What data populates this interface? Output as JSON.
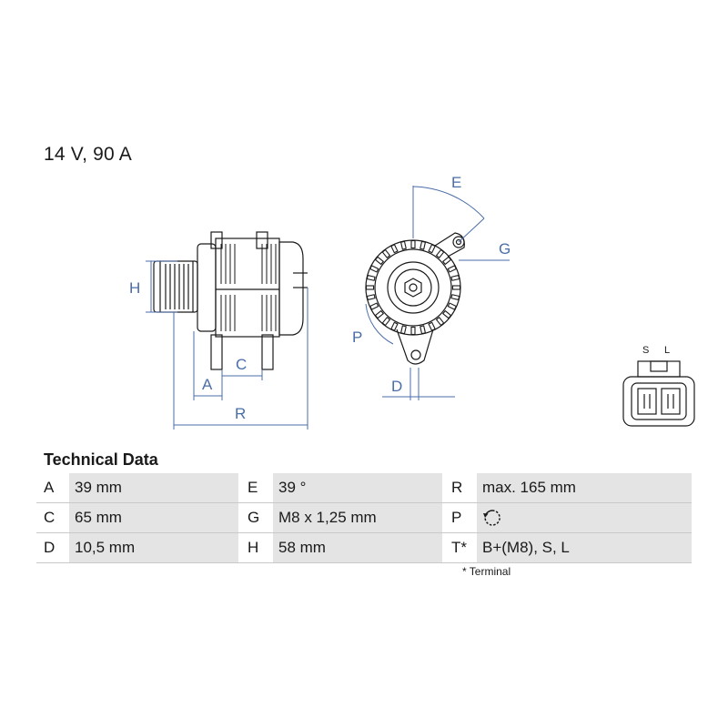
{
  "header": {
    "title": "14 V, 90 A"
  },
  "diagram": {
    "labels": {
      "H": "H",
      "A": "A",
      "C": "C",
      "R": "R",
      "E": "E",
      "G": "G",
      "P": "P",
      "D": "D"
    },
    "connector": {
      "left": "S",
      "right": "L"
    },
    "colors": {
      "dimension": "#4a6ea8",
      "line": "#1a1a1a"
    }
  },
  "technical_data": {
    "title": "Technical Data",
    "rows": [
      [
        {
          "key": "A",
          "value": "39 mm"
        },
        {
          "key": "E",
          "value": "39 °"
        },
        {
          "key": "R",
          "value": "max. 165 mm"
        }
      ],
      [
        {
          "key": "C",
          "value": "65 mm"
        },
        {
          "key": "G",
          "value": "M8 x 1,25 mm"
        },
        {
          "key": "P",
          "value": "",
          "icon": "clockwise-rotation-icon"
        }
      ],
      [
        {
          "key": "D",
          "value": "10,5 mm"
        },
        {
          "key": "H",
          "value": "58 mm"
        },
        {
          "key": "T*",
          "value": "B+(M8), S, L"
        }
      ]
    ],
    "footnote": "* Terminal"
  }
}
